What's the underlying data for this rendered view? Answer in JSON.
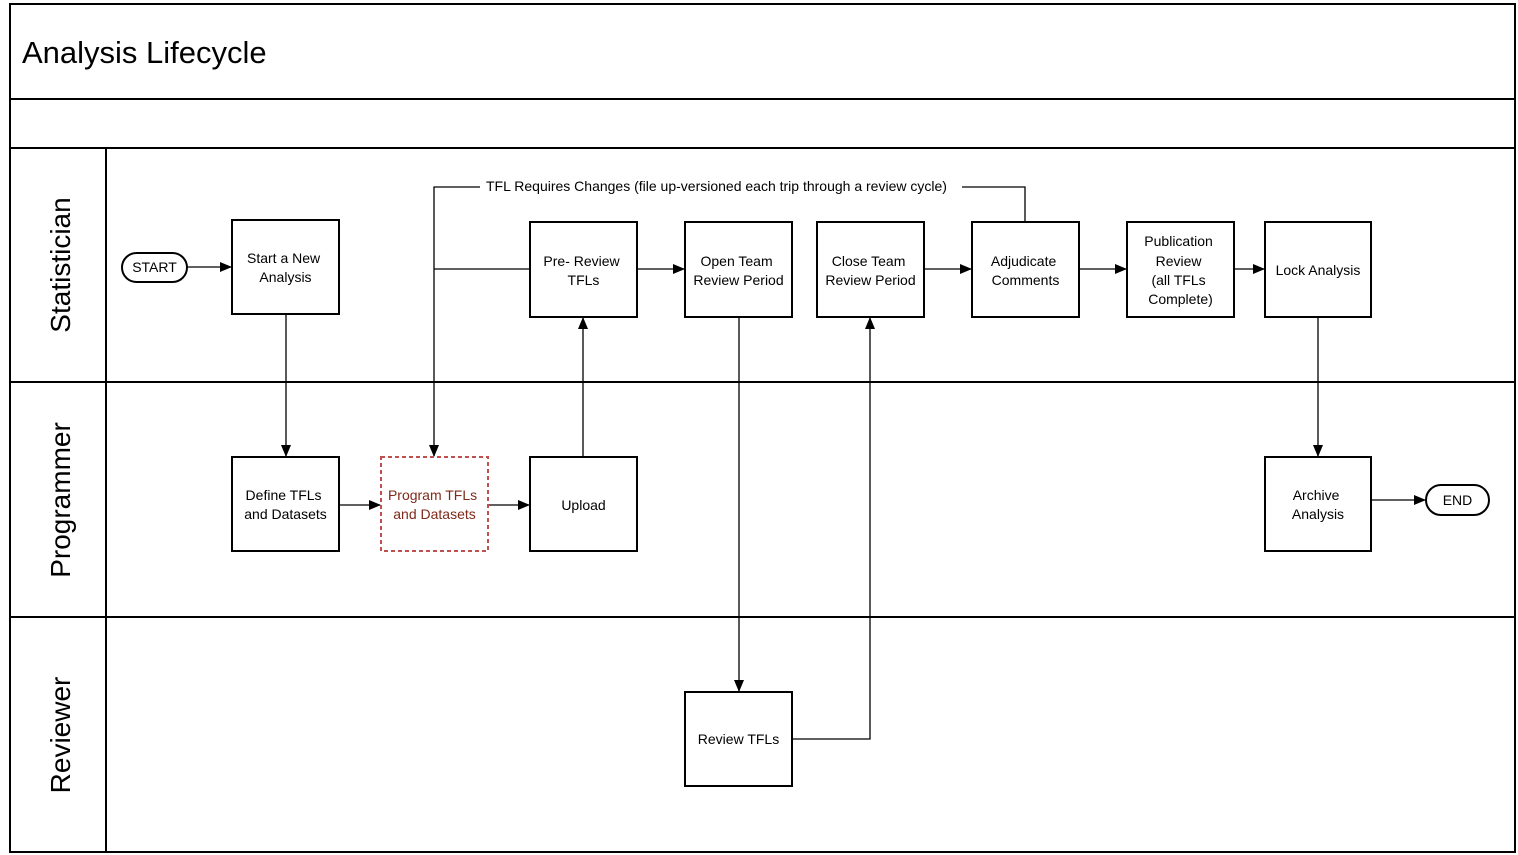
{
  "title": "Analysis Lifecycle",
  "lanes": [
    {
      "id": "statistician",
      "label": "Statistician"
    },
    {
      "id": "programmer",
      "label": "Programmer"
    },
    {
      "id": "reviewer",
      "label": "Reviewer"
    }
  ],
  "terminals": {
    "start": "START",
    "end": "END"
  },
  "nodes": {
    "start_new": [
      "Start a New",
      "Analysis"
    ],
    "pre_review": [
      "Pre- Review",
      "TFLs"
    ],
    "open_team": [
      "Open Team",
      "Review Period"
    ],
    "close_team": [
      "Close Team",
      "Review Period"
    ],
    "adjudicate": [
      "Adjudicate",
      "Comments"
    ],
    "publication": [
      "Publication",
      "Review",
      "(all TFLs",
      "Complete)"
    ],
    "lock": [
      "Lock Analysis"
    ],
    "define": [
      "Define TFLs",
      "and Datasets"
    ],
    "program": [
      "Program TFLs",
      "and Datasets"
    ],
    "upload": [
      "Upload"
    ],
    "archive": [
      "Archive",
      "Analysis"
    ],
    "review": [
      "Review TFLs"
    ]
  },
  "loop_label": "TFL Requires Changes (file up-versioned each trip through a review cycle)",
  "colors": {
    "line": "#000000",
    "dashed_border": "#c0504d",
    "dashed_text": "#7f2a1a"
  }
}
